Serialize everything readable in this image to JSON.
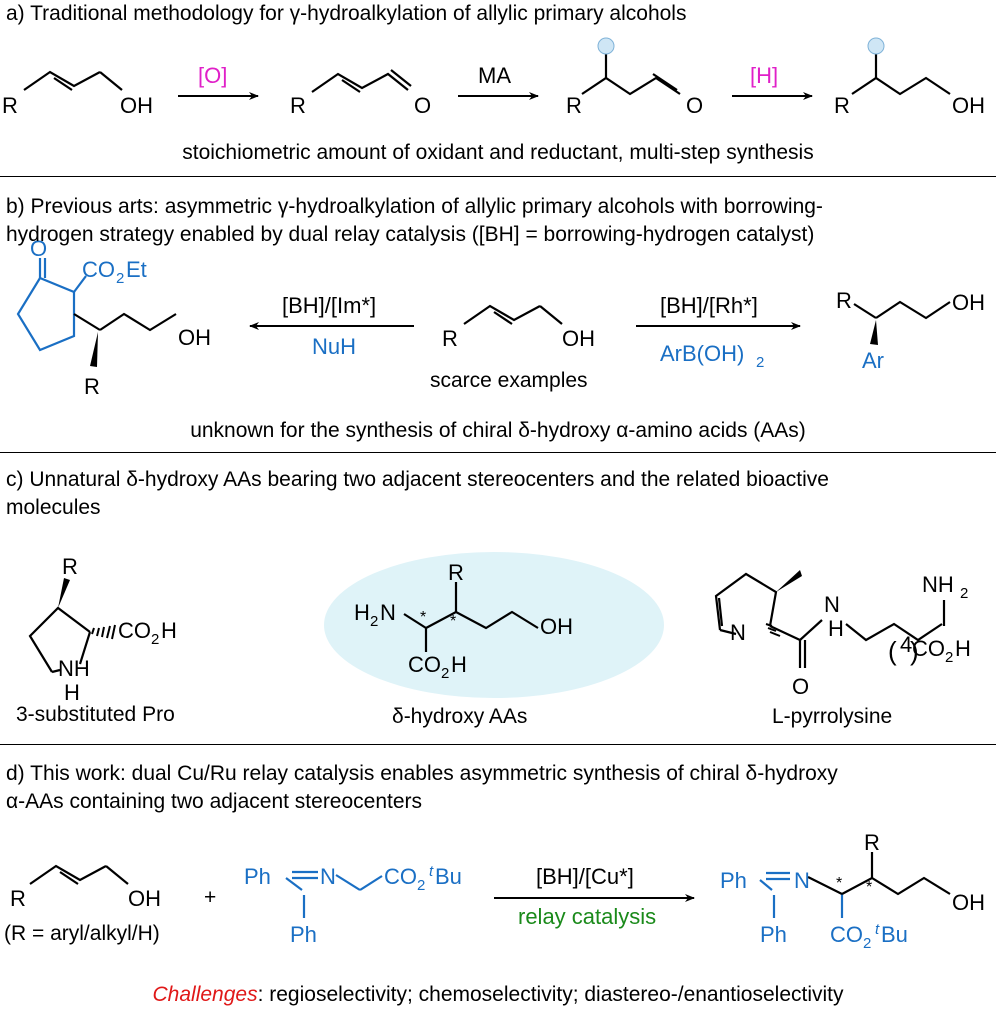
{
  "colors": {
    "magenta": "#e020c8",
    "blue": "#1a6fc4",
    "green": "#1a8a1a",
    "red": "#e01818",
    "highlight": "#dff3f8",
    "ball": "#cfe6f5"
  },
  "section_a": {
    "title": "a) Traditional methodology for γ-hydroalkylation of allylic primary alcohols",
    "reagent1": "[O]",
    "reagent2": "MA",
    "reagent3": "[H]",
    "note": "stoichiometric amount of oxidant and reductant, multi-step synthesis"
  },
  "section_b": {
    "title_line1": "b) Previous arts: asymmetric γ-hydroalkylation of allylic primary alcohols with borrowing-",
    "title_line2": "hydrogen strategy enabled by dual relay catalysis ([BH] = borrowing-hydrogen catalyst)",
    "left_catalyst": "[BH]/[Im*]",
    "left_reagent": "NuH",
    "right_catalyst": "[BH]/[Rh*]",
    "right_reagent": "ArB(OH)",
    "right_reagent_sub": "2",
    "center_caption": "scarce examples",
    "note": "unknown for the synthesis of chiral δ-hydroxy α-amino acids (AAs)"
  },
  "section_c": {
    "title_line1": "c) Unnatural δ-hydroxy AAs bearing two adjacent stereocenters and the related bioactive",
    "title_line2": "molecules",
    "caption_left": "3-substituted Pro",
    "caption_mid": "δ-hydroxy AAs",
    "caption_right": "L-pyrrolysine"
  },
  "section_d": {
    "title_line1": "d) This work: dual Cu/Ru relay catalysis enables asymmetric synthesis of chiral δ-hydroxy",
    "title_line2": "α-AAs containing two adjacent stereocenters",
    "r_def": "(R = aryl/alkyl/H)",
    "plus": "+",
    "catalyst": "[BH]/[Cu*]",
    "condition": "relay catalysis",
    "challenges_label": "Challenges",
    "challenges_text": ": regioselectivity; chemoselectivity; diastereo-/enantioselectivity"
  },
  "atoms": {
    "R": "R",
    "OH": "OH",
    "O": "O",
    "CO2Et": "CO",
    "Et": "Et",
    "Ar": "Ar",
    "H": "H",
    "N": "N",
    "NH": "NH",
    "NH2": "NH",
    "H2N": "H",
    "CO2H": "CO",
    "Ph": "Ph",
    "star": "*",
    "four": "4",
    "two": "2",
    "tBu": "Bu",
    "t": "t"
  }
}
